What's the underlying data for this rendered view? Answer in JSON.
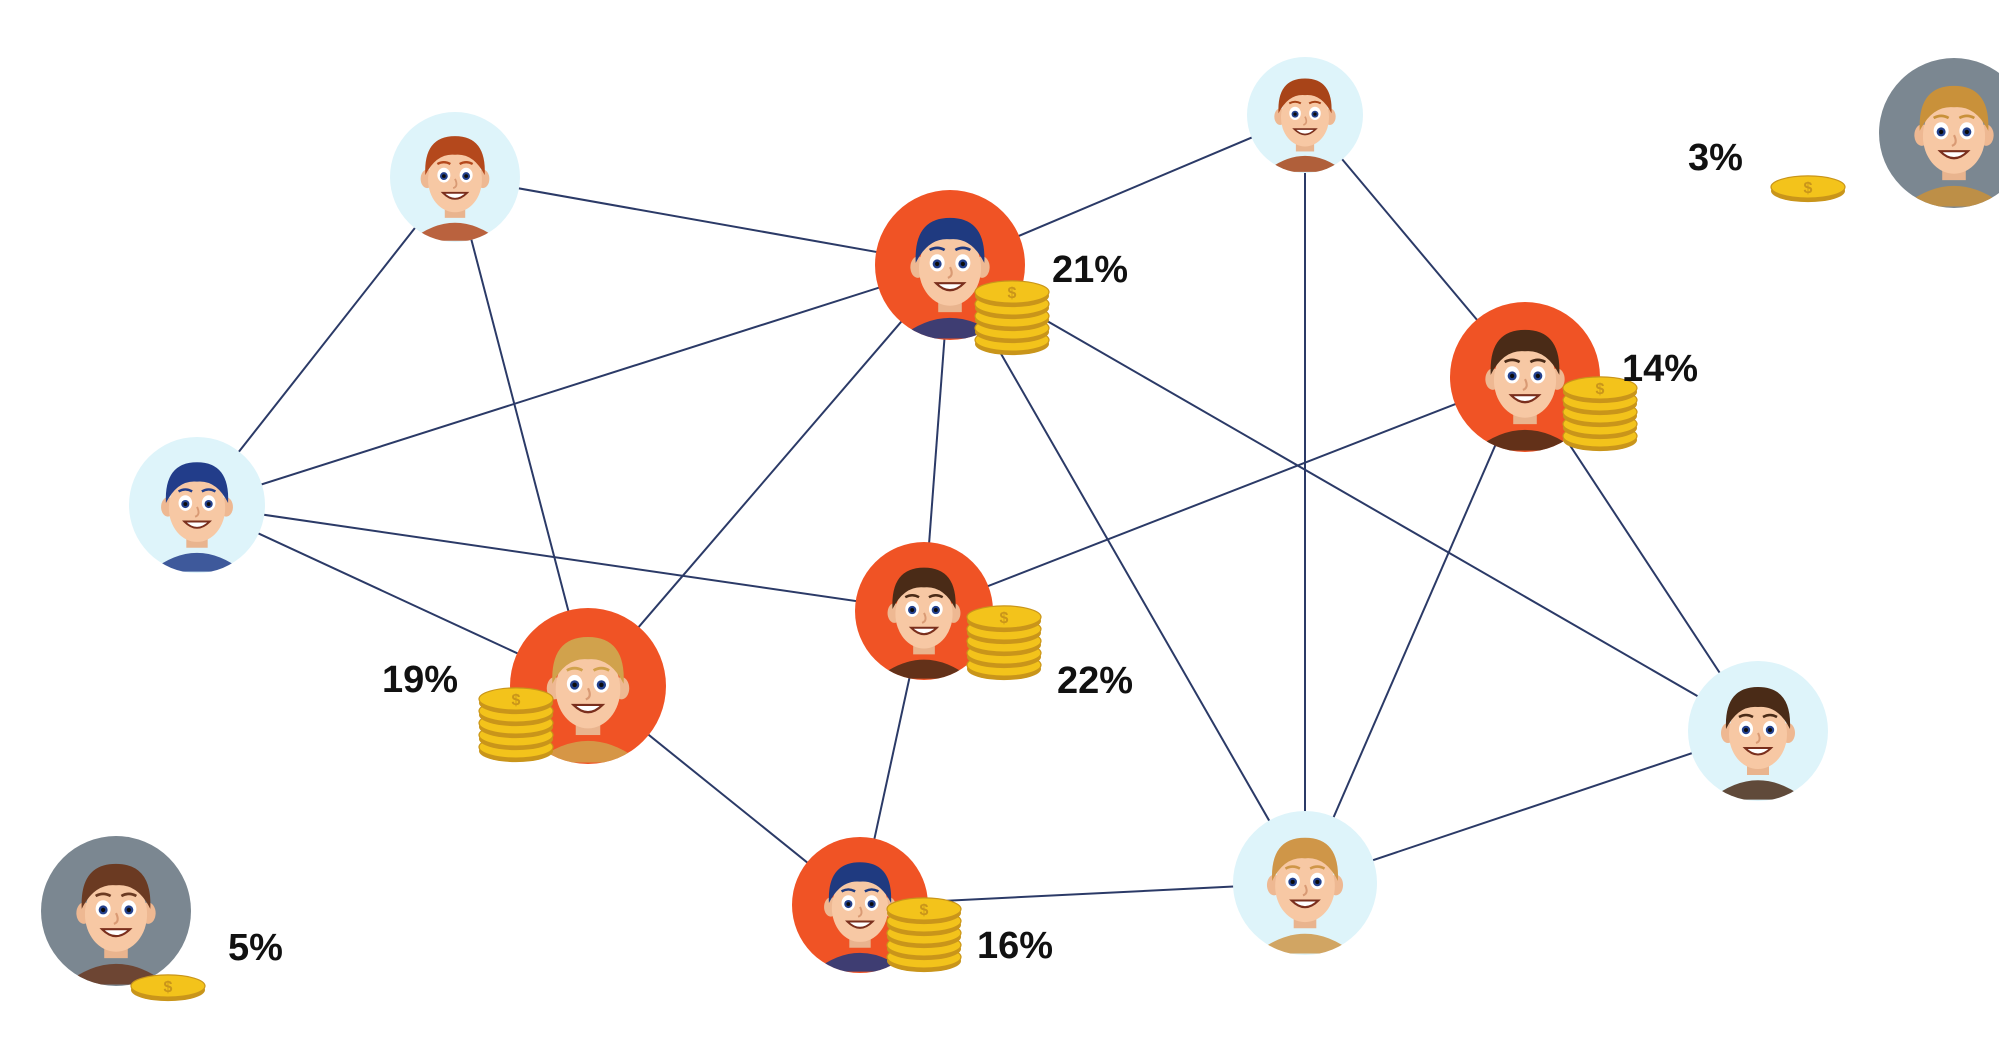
{
  "colors": {
    "edge": "#2b3a67",
    "hub_bg": "#f05325",
    "leaf_bg": "#def4fa",
    "isolated_bg": "#7b8791",
    "coin": "#f3c31b",
    "coin_dark": "#c9951a",
    "skin": "#f7c8a4"
  },
  "nodes": [
    {
      "id": "n1",
      "kind": "leaf",
      "hair": "#b4481c",
      "name": "person-avatar-curly-woman"
    },
    {
      "id": "n2",
      "kind": "hub",
      "hair": "#1f3a80",
      "name": "person-avatar-glasses-man",
      "share": "21%",
      "coins": 4
    },
    {
      "id": "n3",
      "kind": "leaf",
      "hair": "#a84418",
      "name": "person-avatar-bearded-redhead"
    },
    {
      "id": "n4",
      "kind": "isolated",
      "hair": "#c9913a",
      "name": "person-avatar-mustache-man",
      "share": "3%",
      "coins": 1
    },
    {
      "id": "n5",
      "kind": "hub",
      "hair": "#4a2b17",
      "name": "person-avatar-curly-man",
      "share": "14%",
      "coins": 4
    },
    {
      "id": "n6",
      "kind": "leaf",
      "hair": "#223d8a",
      "name": "person-avatar-blue-hair-woman"
    },
    {
      "id": "n7",
      "kind": "hub",
      "hair": "#4a2b17",
      "name": "person-avatar-big-beard-man",
      "share": "22%",
      "coins": 4
    },
    {
      "id": "n8",
      "kind": "hub",
      "hair": "#d1a24c",
      "name": "person-avatar-blond-man",
      "share": "19%",
      "coins": 4
    },
    {
      "id": "n9",
      "kind": "leaf",
      "hair": "#4a2b17",
      "name": "person-avatar-young-man"
    },
    {
      "id": "n10",
      "kind": "isolated",
      "hair": "#6b3a22",
      "name": "person-avatar-long-beard-man",
      "share": "5%",
      "coins": 1
    },
    {
      "id": "n11",
      "kind": "hub",
      "hair": "#1f3a80",
      "name": "person-avatar-smiling-man",
      "share": "16%",
      "coins": 4
    },
    {
      "id": "n12",
      "kind": "leaf",
      "hair": "#cf9648",
      "name": "person-avatar-blonde-woman"
    }
  ],
  "edges": [
    [
      "n1",
      "n2"
    ],
    [
      "n1",
      "n6"
    ],
    [
      "n1",
      "n8"
    ],
    [
      "n2",
      "n3"
    ],
    [
      "n2",
      "n6"
    ],
    [
      "n2",
      "n8"
    ],
    [
      "n2",
      "n7"
    ],
    [
      "n2",
      "n12"
    ],
    [
      "n2",
      "n9"
    ],
    [
      "n3",
      "n5"
    ],
    [
      "n3",
      "n12"
    ],
    [
      "n5",
      "n7"
    ],
    [
      "n5",
      "n12"
    ],
    [
      "n5",
      "n9"
    ],
    [
      "n6",
      "n7"
    ],
    [
      "n6",
      "n8"
    ],
    [
      "n7",
      "n11"
    ],
    [
      "n8",
      "n11"
    ],
    [
      "n11",
      "n12"
    ],
    [
      "n12",
      "n9"
    ]
  ]
}
